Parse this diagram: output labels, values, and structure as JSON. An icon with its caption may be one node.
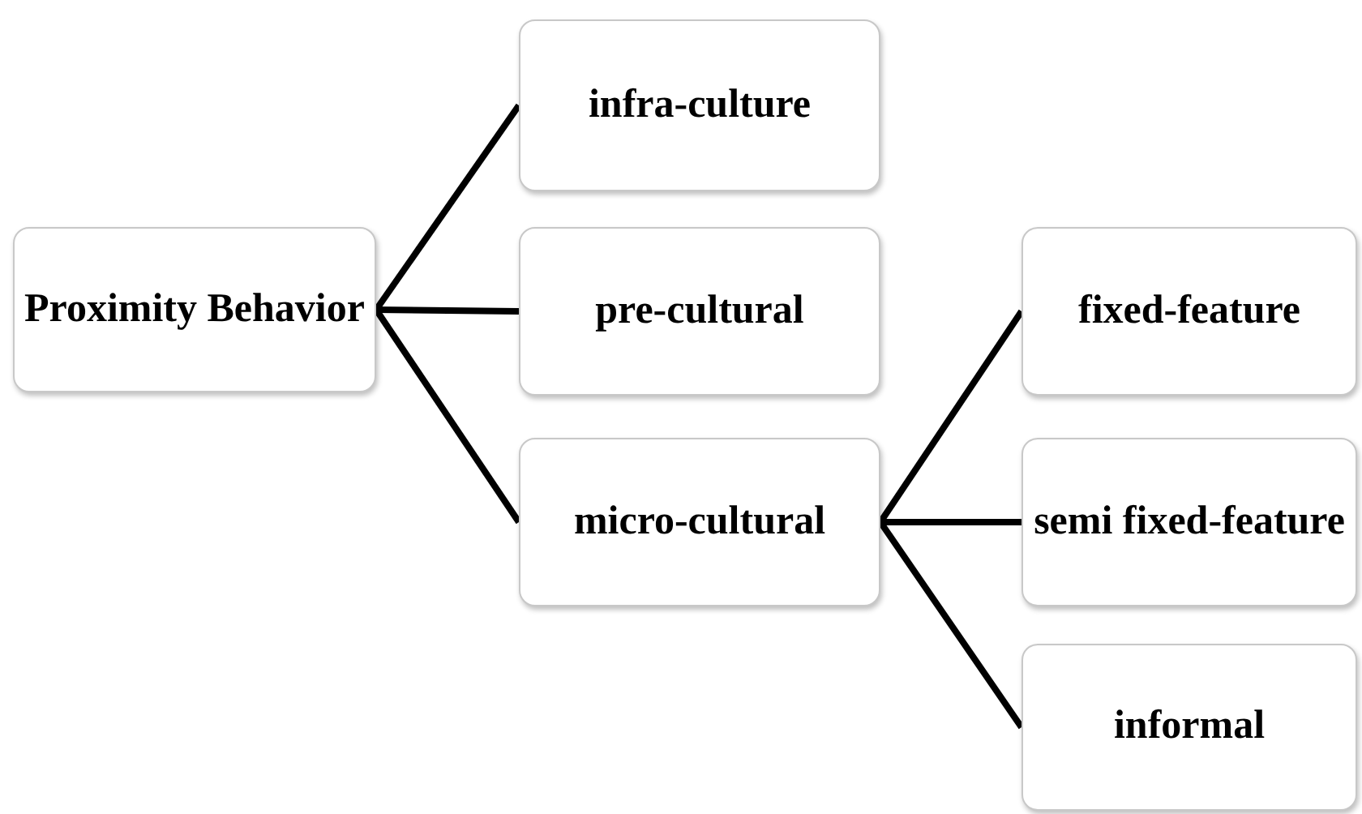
{
  "diagram": {
    "nodes": [
      {
        "text": [
          "Proximity Behavior"
        ]
      },
      {
        "text": [
          "infra-culture"
        ]
      },
      {
        "text": [
          "pre-cultural"
        ]
      },
      {
        "text": [
          "micro-cultural"
        ]
      },
      {
        "text": [
          "fixed-feature"
        ]
      },
      {
        "text": [
          "semi fixed-feature"
        ]
      },
      {
        "text": [
          "informal"
        ]
      }
    ],
    "edges": [
      {
        "from": 0,
        "to": 1,
        "arrow": "none"
      },
      {
        "from": 0,
        "to": 2,
        "arrow": "none"
      },
      {
        "from": 0,
        "to": 3,
        "arrow": "none"
      },
      {
        "from": 3,
        "to": 4,
        "arrow": "none"
      },
      {
        "from": 3,
        "to": 5,
        "arrow": "none"
      },
      {
        "from": 3,
        "to": 6,
        "arrow": "none"
      }
    ]
  }
}
